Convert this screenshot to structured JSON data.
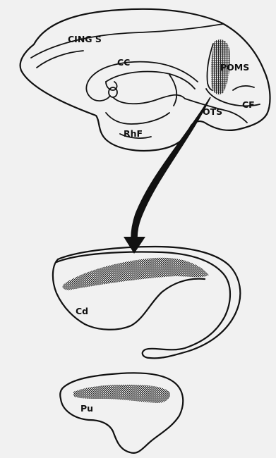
{
  "diagram": {
    "labels": {
      "cing_s": "CING S",
      "cc": "CC",
      "poms": "POMS",
      "cf": "CF",
      "ots": "OTS",
      "rhf": "RhF",
      "cd": "Cd",
      "pu": "Pu"
    },
    "colors": {
      "background": "#f1f1f1",
      "line": "#111111",
      "stipple": "#222222"
    }
  }
}
